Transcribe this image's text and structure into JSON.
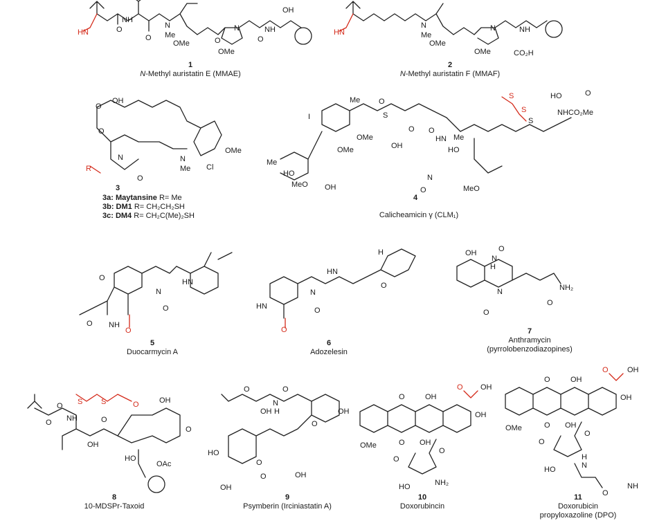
{
  "compounds": [
    {
      "number": "1",
      "name_italic": "N",
      "name": "-Methyl auristatin E (MMAE)"
    },
    {
      "number": "2",
      "name_italic": "N",
      "name": "-Methyl auristatin F (MMAF)"
    },
    {
      "number": "3",
      "name": ""
    },
    {
      "number": "4",
      "name": "Calicheamicin γ (CLM₁)"
    },
    {
      "number": "5",
      "name": "Duocarmycin A"
    },
    {
      "number": "6",
      "name": "Adozelesin"
    },
    {
      "number": "7",
      "name": "Anthramycin",
      "name2": "(pyrrolobenzodiazopines)"
    },
    {
      "number": "8",
      "name": "10-MDSPr-Taxoid"
    },
    {
      "number": "9",
      "name": "Psymberin (Irciniastatin A)"
    },
    {
      "number": "10",
      "name": "Doxorubincin"
    },
    {
      "number": "11",
      "name": "Doxorubicin",
      "name2": "propyloxazoline (DPO)"
    }
  ],
  "maytansine_variants": [
    {
      "label": "3a: Maytansine",
      "r": "R= Me"
    },
    {
      "label": "3b: DM1",
      "r": "R= CH₂CH₂SH"
    },
    {
      "label": "3c: DM4",
      "r": "R= CH₂C(Me)₂SH"
    }
  ],
  "atom_labels": {
    "hn": "HN",
    "nh": "NH",
    "n": "N",
    "h": "H",
    "o": "O",
    "s": "S",
    "i": "I",
    "r": "R",
    "me": "Me",
    "ome": "OMe",
    "meo": "MeO",
    "oh": "OH",
    "ho": "HO",
    "cl": "Cl",
    "co2h": "CO₂H",
    "nh2": "NH₂",
    "nhco2me": "NHCO₂Me",
    "oac": "OAc",
    "hn2": "HN",
    "ho2": "HO"
  },
  "colors": {
    "bond": "#222222",
    "highlight": "#d42a1a",
    "background": "#ffffff"
  }
}
